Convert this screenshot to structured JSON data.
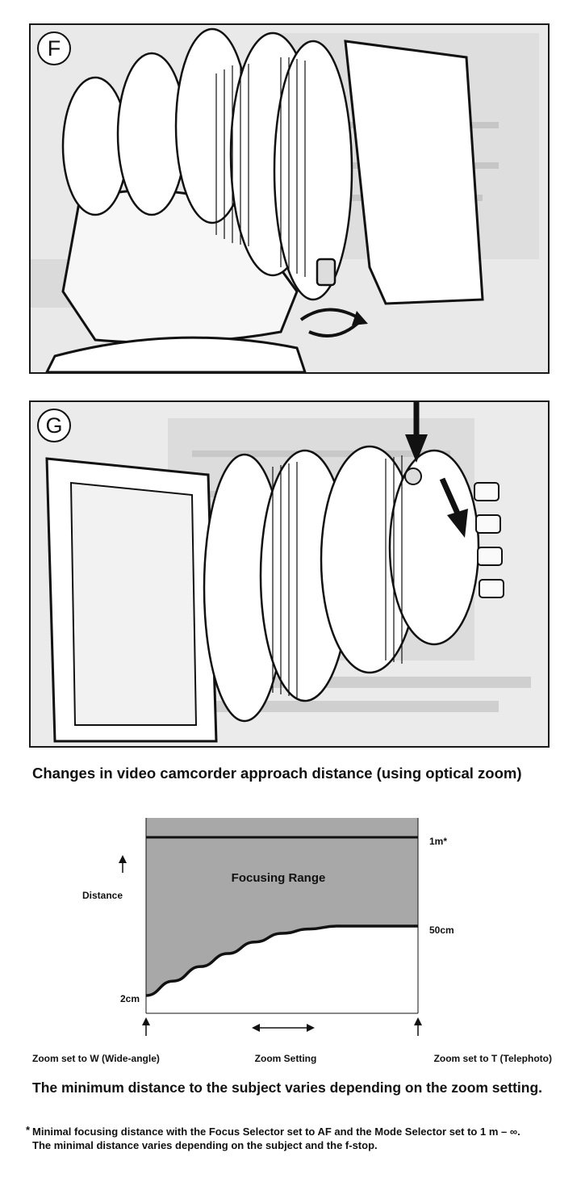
{
  "figures": {
    "f_label": "F",
    "g_label": "G"
  },
  "heading": "Changes in video camcorder approach distance (using optical zoom)",
  "chart_data": {
    "type": "area",
    "x_labels": [
      "Zoom set to W (Wide-angle)",
      "Zoom Setting",
      "Zoom set to T (Telephoto)"
    ],
    "ylabel": "Distance",
    "region_label": "Focusing Range",
    "upper_limit": {
      "label": "1m*",
      "value_cm": 100
    },
    "lower_limit_start": {
      "label": "2cm",
      "value_cm": 2
    },
    "lower_limit_end": {
      "label": "50cm",
      "value_cm": 50
    },
    "curve_zoom_position": [
      0,
      0.1,
      0.2,
      0.3,
      0.4,
      0.5,
      0.6,
      0.7,
      0.8,
      0.9,
      1.0
    ],
    "curve_min_distance_cm": [
      2,
      12,
      22,
      31,
      39,
      45,
      48,
      50,
      50,
      50,
      50
    ],
    "fill_color": "#a8a8a8"
  },
  "summary": "The minimum distance to the subject varies depending on the zoom setting.",
  "footnote": {
    "marker": "*",
    "line1": "Minimal focusing distance with the Focus Selector set to AF and the Mode Selector set to 1 m – ∞.",
    "line2": "The minimal distance varies depending on the subject and the f-stop."
  }
}
